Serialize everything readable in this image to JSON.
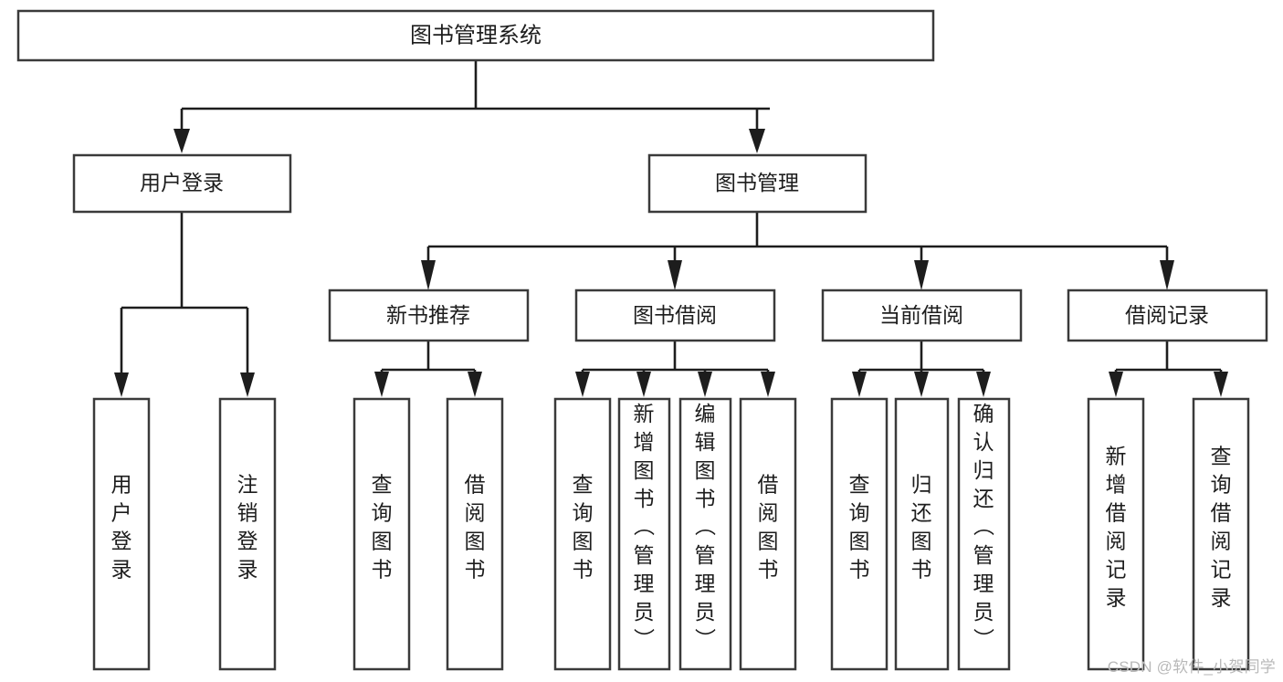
{
  "diagram": {
    "title": "图书管理系统",
    "type": "hierarchy-tree",
    "orientation": "top-down",
    "colors": {
      "box_stroke": "#3a3a3a",
      "connector": "#1d1d1d",
      "text": "#1d1d1d",
      "background": "#ffffff",
      "watermark": "#b9b9b9"
    },
    "levels": {
      "root": {
        "label": "图书管理系统"
      },
      "level2": [
        {
          "id": "user-login",
          "label": "用户登录"
        },
        {
          "id": "book-management",
          "label": "图书管理"
        }
      ],
      "level3": [
        {
          "id": "new-book-recommend",
          "label": "新书推荐",
          "parent": "book-management"
        },
        {
          "id": "book-borrow",
          "label": "图书借阅",
          "parent": "book-management"
        },
        {
          "id": "current-borrow",
          "label": "当前借阅",
          "parent": "book-management"
        },
        {
          "id": "borrow-record",
          "label": "借阅记录",
          "parent": "book-management"
        }
      ],
      "leaves": [
        {
          "id": "leaf-user-login",
          "label": "用户登录",
          "parent": "user-login"
        },
        {
          "id": "leaf-logout-login",
          "label": "注销登录",
          "parent": "user-login"
        },
        {
          "id": "leaf-query-book-1",
          "label": "查询图书",
          "parent": "new-book-recommend"
        },
        {
          "id": "leaf-borrow-book-1",
          "label": "借阅图书",
          "parent": "new-book-recommend"
        },
        {
          "id": "leaf-query-book-2",
          "label": "查询图书",
          "parent": "book-borrow"
        },
        {
          "id": "leaf-add-book",
          "label": "新增图书（管理员）",
          "parent": "book-borrow"
        },
        {
          "id": "leaf-edit-book",
          "label": "编辑图书（管理员）",
          "parent": "book-borrow"
        },
        {
          "id": "leaf-borrow-book-2",
          "label": "借阅图书",
          "parent": "book-borrow"
        },
        {
          "id": "leaf-query-book-3",
          "label": "查询图书",
          "parent": "current-borrow"
        },
        {
          "id": "leaf-return-book",
          "label": "归还图书",
          "parent": "current-borrow"
        },
        {
          "id": "leaf-confirm-return",
          "label": "确认归还（管理员）",
          "parent": "current-borrow"
        },
        {
          "id": "leaf-add-record",
          "label": "新增借阅记录",
          "parent": "borrow-record"
        },
        {
          "id": "leaf-query-record",
          "label": "查询借阅记录",
          "parent": "borrow-record"
        }
      ]
    }
  },
  "watermark": {
    "text": "CSDN @软件_小贺同学"
  }
}
